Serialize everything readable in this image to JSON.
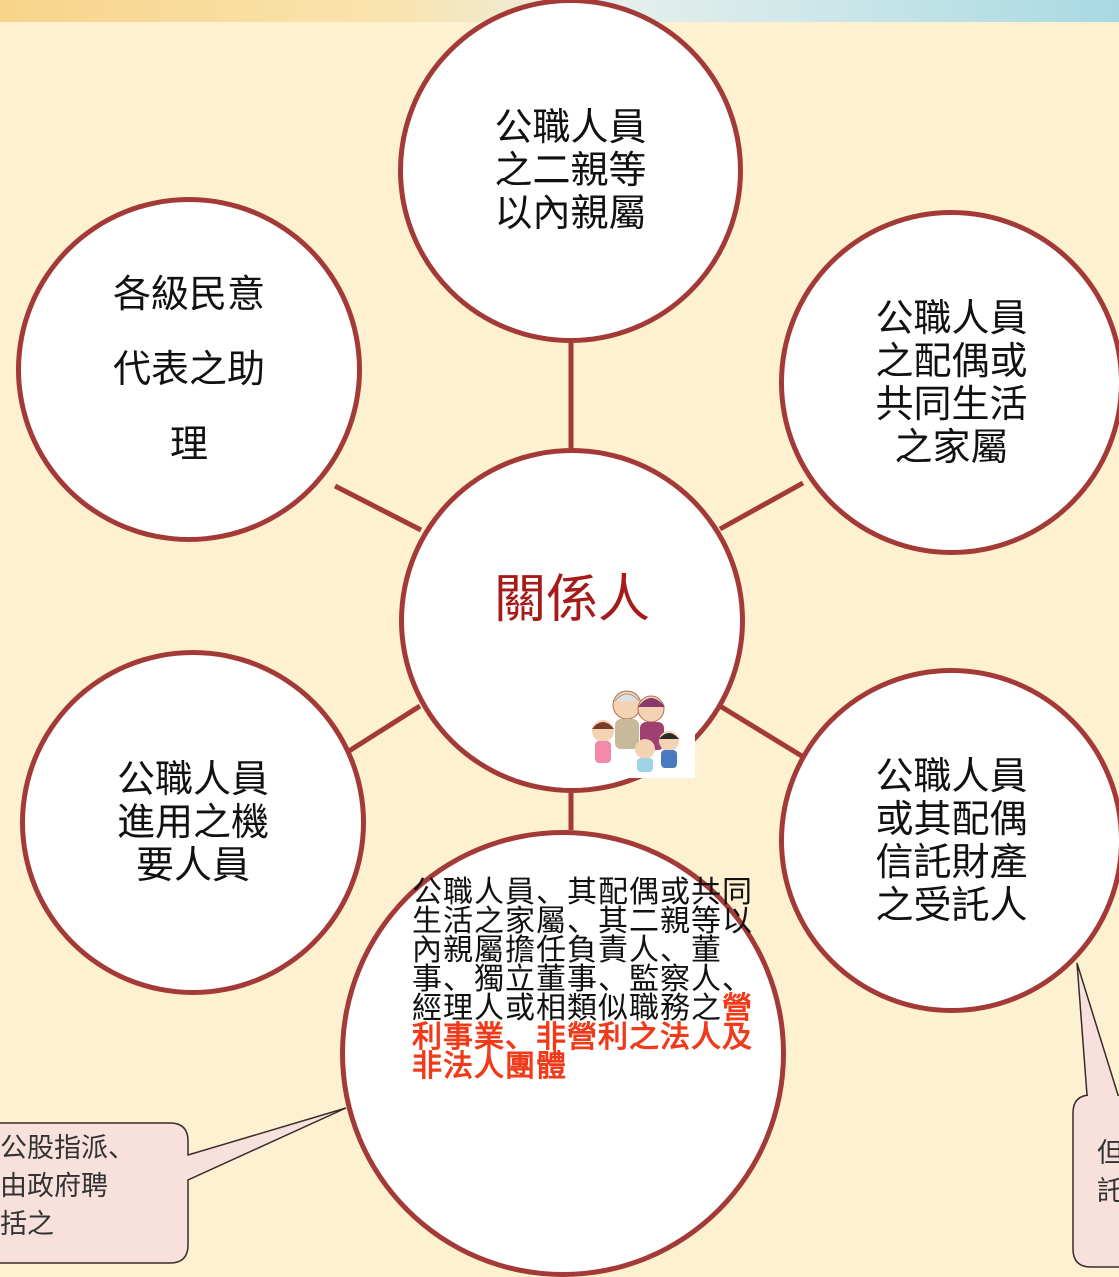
{
  "diagram": {
    "center_label": "關係人",
    "nodes": {
      "top": [
        "公職人員",
        "之二親等",
        "以內親屬"
      ],
      "top_left": [
        "各級民意",
        "代表之助",
        "理"
      ],
      "top_right": [
        "公職人員",
        "之配偶或",
        "共同生活",
        "之家屬"
      ],
      "bottom_left": [
        "公職人員",
        "進用之機",
        "要人員"
      ],
      "bottom_right": [
        "公職人員",
        "或其配偶",
        "信託財產",
        "之受託人"
      ],
      "bottom": {
        "text": "公職人員、其配偶或共同生活之家屬、其二親等以內親屬擔任負責人、董事、獨立董事、監察人、經理人或相類似職務之",
        "highlight": "營利事業、非營利之法人及非法人團體"
      }
    },
    "callouts": {
      "left": [
        "公股指派、",
        "由政府聘",
        "括之"
      ],
      "right": [
        "但",
        "託"
      ]
    }
  },
  "colors": {
    "background": "#FDF1D2",
    "circle_border": "#A33A38",
    "center_text": "#A61A1A",
    "highlight_text": "#F03A1A",
    "callout_fill": "#F8E1DD"
  }
}
